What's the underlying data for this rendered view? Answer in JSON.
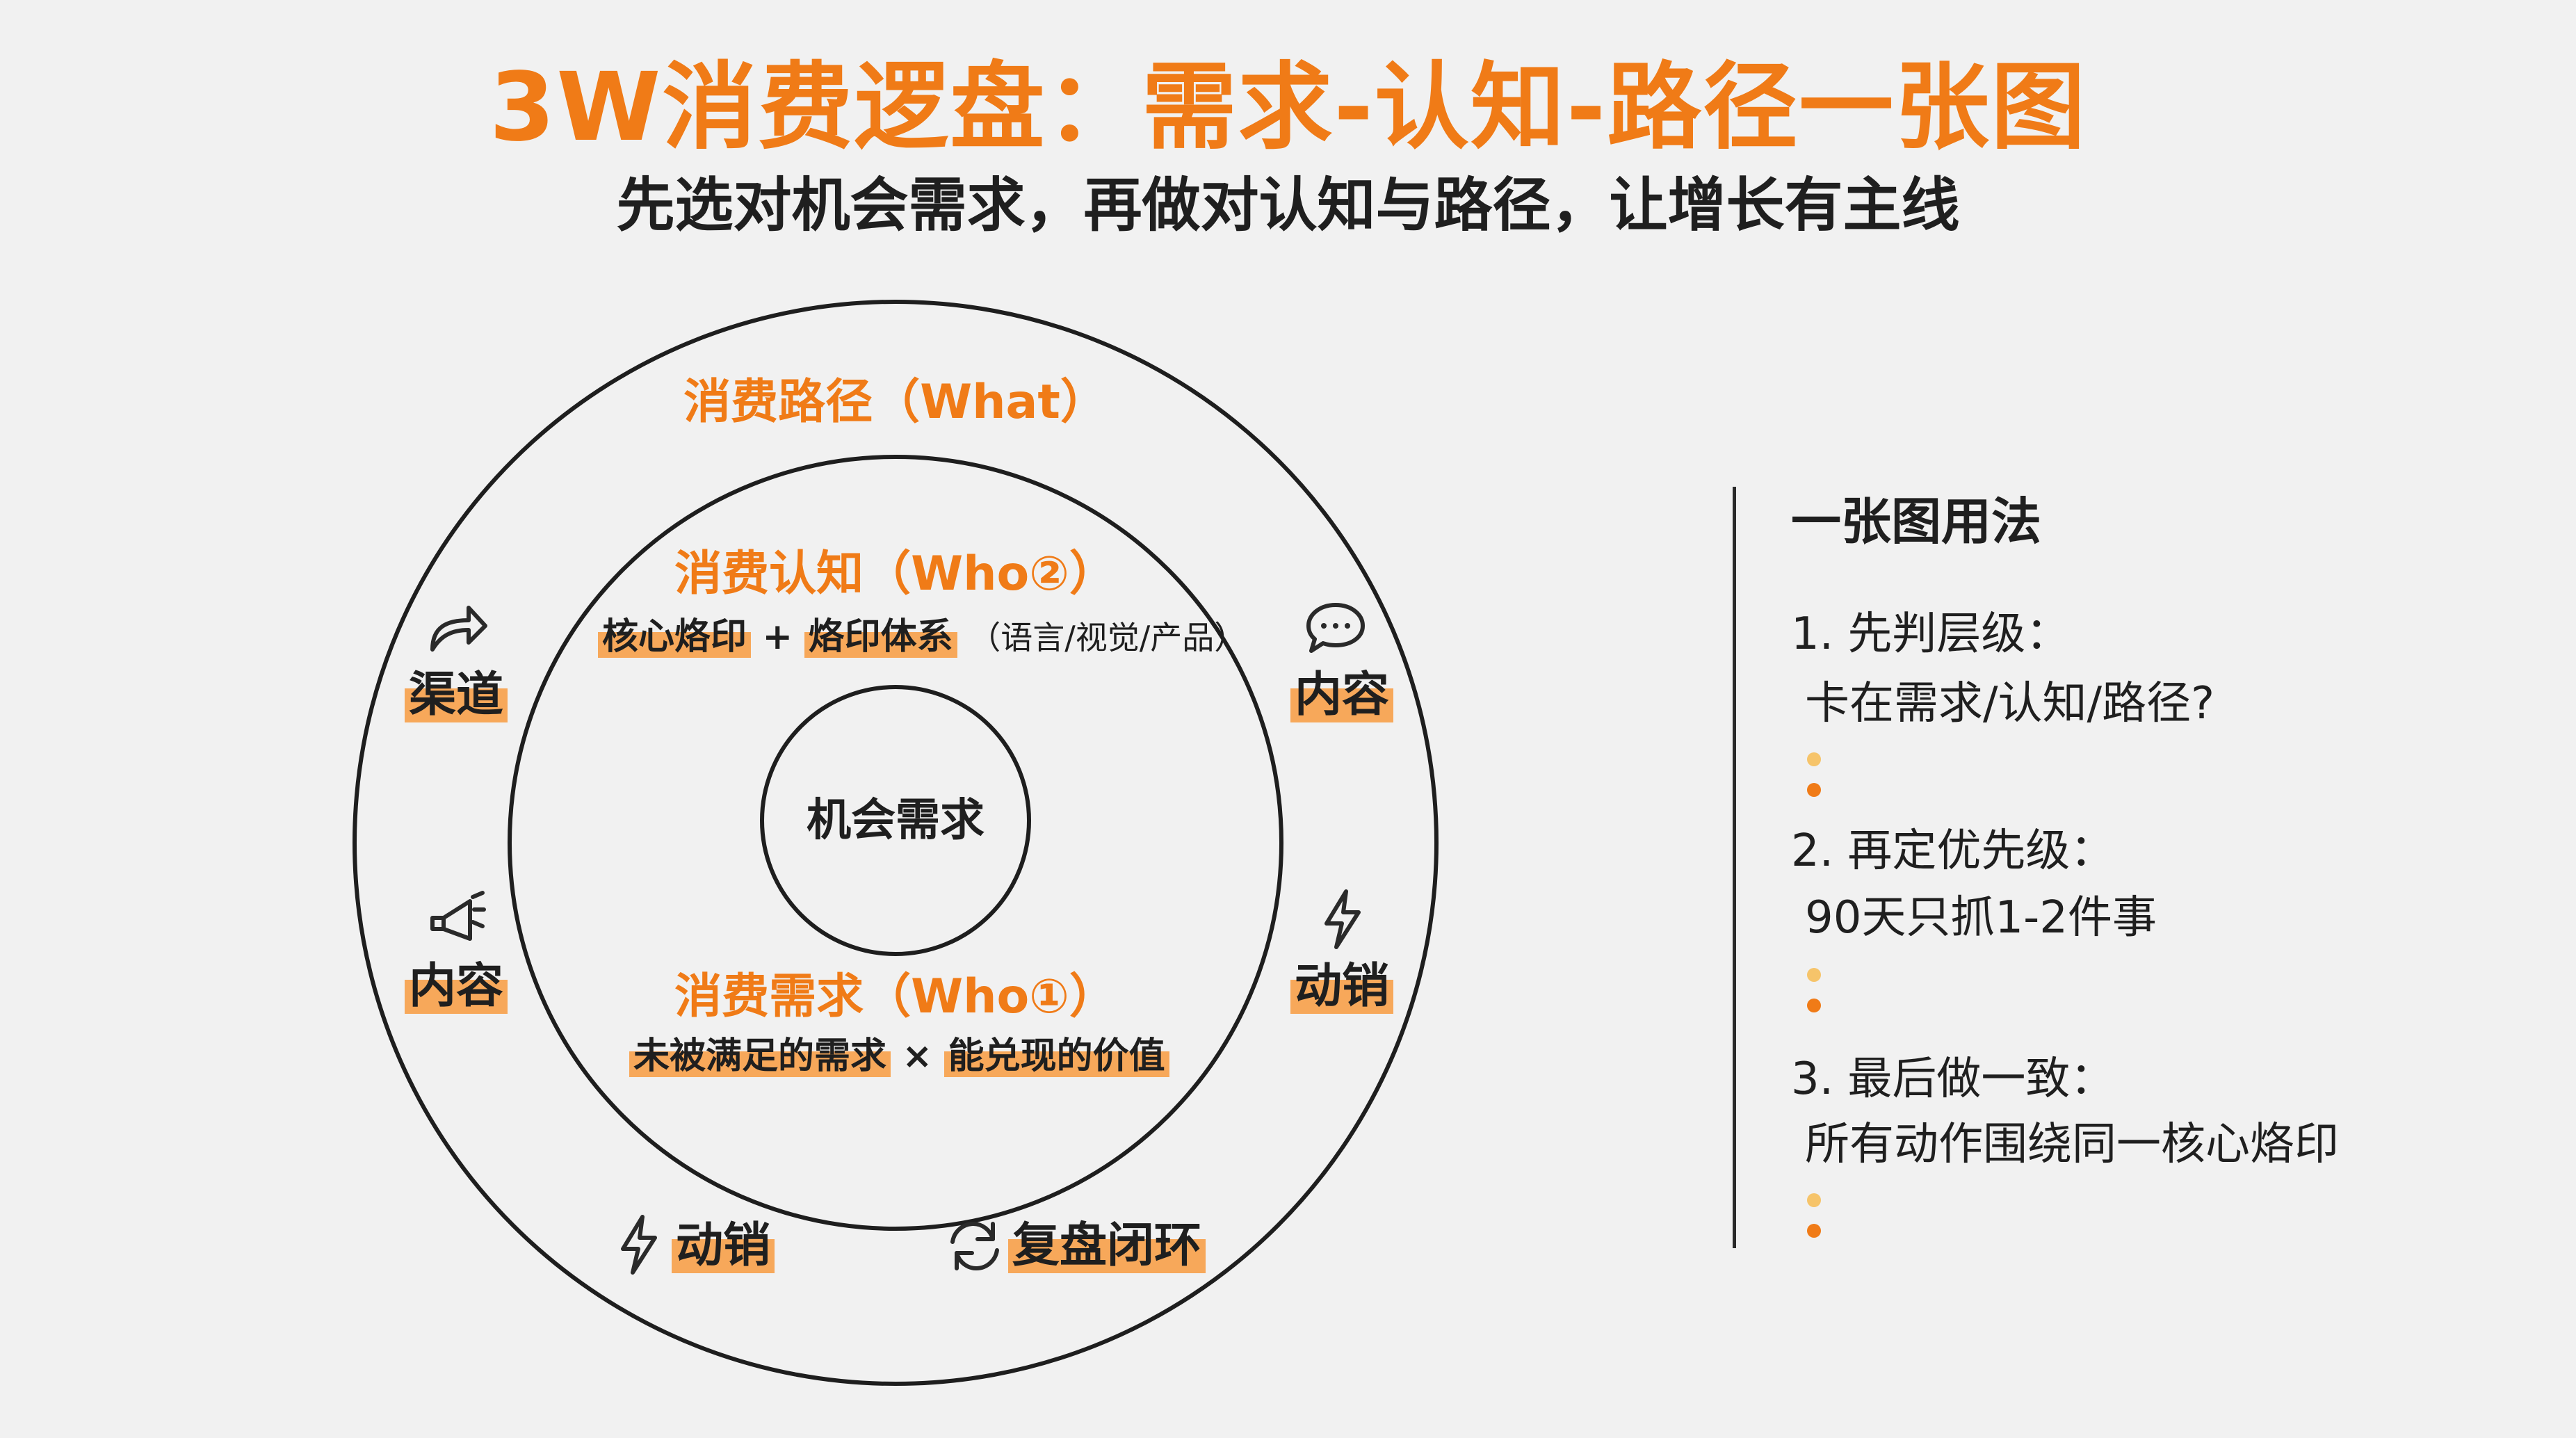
{
  "title": "3W消费逻盘：需求-认知-路径一张图",
  "subtitle": "先选对机会需求，再做对认知与路径，让增长有主线",
  "diagram": {
    "outer_ring": {
      "label": "消费路径（What）",
      "items": [
        {
          "label": "渠道",
          "icon": "share-arrow-icon"
        },
        {
          "label": "内容",
          "icon": "chat-bubble-icon"
        },
        {
          "label": "内容",
          "icon": "megaphone-icon"
        },
        {
          "label": "动销",
          "icon": "lightning-icon"
        },
        {
          "label": "动销",
          "icon": "lightning-icon"
        },
        {
          "label": "复盘闭环",
          "icon": "refresh-icon"
        }
      ]
    },
    "middle_ring": {
      "label": "消费认知（Who②）",
      "tag1": "核心烙印",
      "plus": "+",
      "tag2": "烙印体系",
      "note": "（语言/视觉/产品）"
    },
    "demand": {
      "label": "消费需求（Who①）",
      "tag1": "未被满足的需求",
      "times": "×",
      "tag2": "能兑现的价值"
    },
    "center": {
      "label": "机会需求"
    }
  },
  "sidebar": {
    "heading": "一张图用法",
    "steps": [
      {
        "title": "1. 先判层级：",
        "detail": "卡在需求/认知/路径?"
      },
      {
        "title": "2. 再定优先级：",
        "detail": "90天只抓1-2件事"
      },
      {
        "title": "3. 最后做一致：",
        "detail": "所有动作围绕同一核心烙印"
      }
    ]
  },
  "colors": {
    "accent": "#f07b17",
    "highlight": "#f7a85a",
    "dot_light": "#f6c46a",
    "ink": "#1f1f1f",
    "background": "#f1f1f1"
  }
}
